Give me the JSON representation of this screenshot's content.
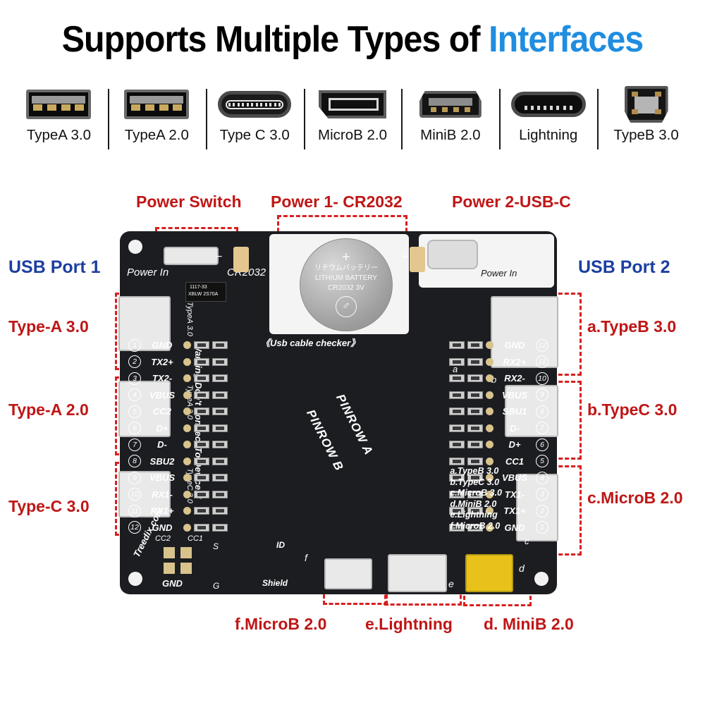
{
  "title": {
    "main": "Supports Multiple Types of ",
    "accent": "Interfaces"
  },
  "connector_strip": [
    {
      "label": "TypeA 3.0",
      "icon": "usb-type-a-icon"
    },
    {
      "label": "TypeA 2.0",
      "icon": "usb-type-a-icon"
    },
    {
      "label": "Type C 3.0",
      "icon": "usb-type-c-icon"
    },
    {
      "label": "MicroB 2.0",
      "icon": "usb-micro-b-icon"
    },
    {
      "label": "MiniB 2.0",
      "icon": "usb-mini-b-icon"
    },
    {
      "label": "Lightning",
      "icon": "lightning-icon"
    },
    {
      "label": "TypeB 3.0",
      "icon": "usb-type-b-icon"
    }
  ],
  "annotations": {
    "power_switch": "Power Switch",
    "power1": "Power 1- CR2032",
    "power2": "Power 2-USB-C",
    "usb_port_1": "USB Port 1",
    "usb_port_2": "USB Port 2",
    "left": [
      {
        "label": "Type-A 3.0"
      },
      {
        "label": "Type-A 2.0"
      },
      {
        "label": "Type-C 3.0"
      }
    ],
    "right": [
      {
        "label": "a.TypeB 3.0"
      },
      {
        "label": "b.TypeC 3.0"
      },
      {
        "label": "c.MicroB 2.0"
      }
    ],
    "bottom": [
      {
        "label": "f.MicroB 2.0"
      },
      {
        "label": "e.Lightning"
      },
      {
        "label": "d. MiniB 2.0"
      }
    ]
  },
  "board": {
    "silk": {
      "power_in_left": "Power In",
      "cr2032": "CR2032",
      "power_in_right": "Power In",
      "regulator_l1": "1117-33",
      "regulator_l2": "XBLW  2S70A",
      "checker": "《Usb cable checker》",
      "warning": "Warning:Don't Connect To Device!!!",
      "type_a_30": "TypeA 3.0",
      "type_a_20": "TypeA 2.0",
      "type_c_30": "TypeC 3.0",
      "pinrow_b": "PINROW B",
      "pinrow_a": "PINROW A",
      "brand": "Treedix.com",
      "gnd": "GND",
      "id": "ID",
      "shield": "Shield",
      "s_mark": "S",
      "g_mark": "G",
      "cc2_mark": "CC2",
      "cc1_mark": "CC1",
      "minus": "−",
      "plus": "+",
      "ref_a": "a",
      "ref_b": "b",
      "ref_c": "c",
      "ref_d": "d",
      "ref_e": "e",
      "ref_f": "f"
    },
    "battery": {
      "plus": "+",
      "line_jp": "リチウムバッテリー",
      "line_en": "LITHIUM BATTERY",
      "line_model": "CR2032  3V"
    },
    "legend": [
      "a.TypeB 3.0",
      "b.TypeC 3.0",
      "c.MicroB 3.0",
      "d.MiniB 2.0",
      "e.Lightning",
      "f.MicroB 2.0"
    ],
    "pinrow_b": [
      {
        "num": "1",
        "name": "GND"
      },
      {
        "num": "2",
        "name": "TX2+"
      },
      {
        "num": "3",
        "name": "TX2-"
      },
      {
        "num": "4",
        "name": "VBUS"
      },
      {
        "num": "5",
        "name": "CC2"
      },
      {
        "num": "6",
        "name": "D+"
      },
      {
        "num": "7",
        "name": "D-"
      },
      {
        "num": "8",
        "name": "SBU2"
      },
      {
        "num": "9",
        "name": "VBUS"
      },
      {
        "num": "10",
        "name": "RX1-"
      },
      {
        "num": "11",
        "name": "RX1+"
      },
      {
        "num": "12",
        "name": "GND"
      }
    ],
    "pinrow_a": [
      {
        "num": "12",
        "name": "GND"
      },
      {
        "num": "11",
        "name": "RX2+"
      },
      {
        "num": "10",
        "name": "RX2-"
      },
      {
        "num": "9",
        "name": "VBUS"
      },
      {
        "num": "8",
        "name": "SBU1"
      },
      {
        "num": "7",
        "name": "D-"
      },
      {
        "num": "6",
        "name": "D+"
      },
      {
        "num": "5",
        "name": "CC1"
      },
      {
        "num": "4",
        "name": "VBUS"
      },
      {
        "num": "3",
        "name": "TX1-"
      },
      {
        "num": "2",
        "name": "TX1+"
      },
      {
        "num": "1",
        "name": "GND"
      }
    ]
  },
  "colors": {
    "accent_blue": "#1f8de0",
    "annotation_red": "#c01616",
    "dash_red": "#d81f1f",
    "port_blue": "#1c3fa0",
    "pcb_black": "#1c1d21",
    "battery_yellow": "#e8c21a"
  }
}
